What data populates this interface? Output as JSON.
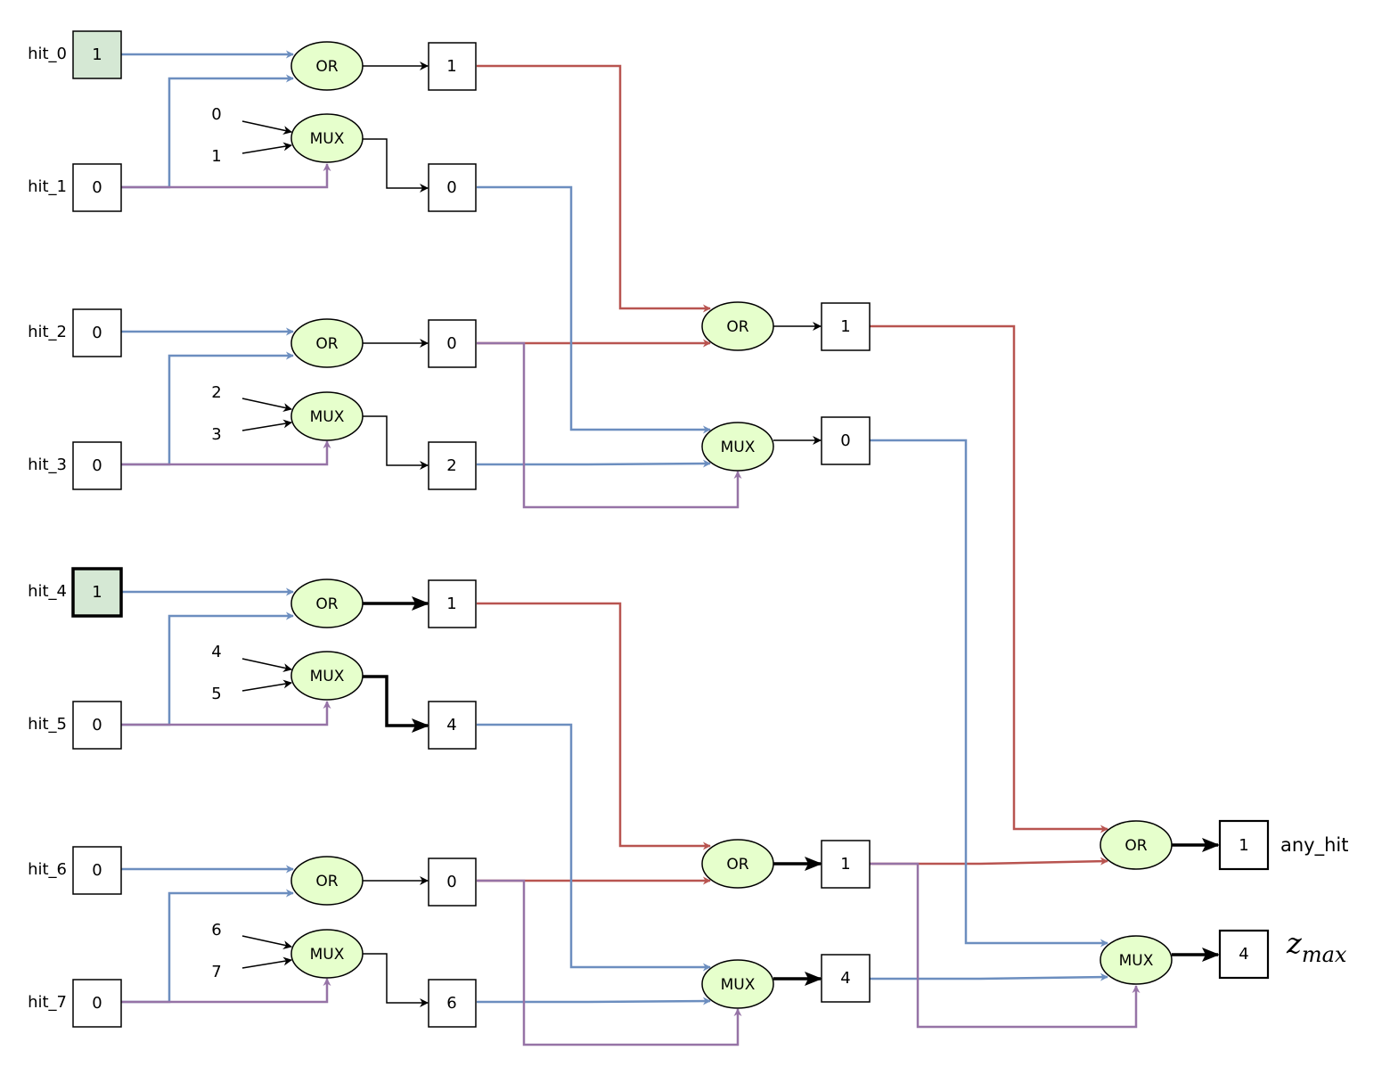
{
  "inputs": [
    {
      "name": "hit_0",
      "value": "1"
    },
    {
      "name": "hit_1",
      "value": "0"
    },
    {
      "name": "hit_2",
      "value": "0"
    },
    {
      "name": "hit_3",
      "value": "0"
    },
    {
      "name": "hit_4",
      "value": "1"
    },
    {
      "name": "hit_5",
      "value": "0"
    },
    {
      "name": "hit_6",
      "value": "0"
    },
    {
      "name": "hit_7",
      "value": "0"
    }
  ],
  "gates": {
    "or_label": "OR",
    "mux_label": "MUX"
  },
  "mux_constants": [
    [
      "0",
      "1"
    ],
    [
      "2",
      "3"
    ],
    [
      "4",
      "5"
    ],
    [
      "6",
      "7"
    ]
  ],
  "stage1": {
    "or_outputs": [
      "1",
      "0",
      "1",
      "0"
    ],
    "mux_outputs": [
      "0",
      "2",
      "4",
      "6"
    ]
  },
  "stage2": {
    "or_outputs": [
      "1",
      "1"
    ],
    "mux_outputs": [
      "0",
      "4"
    ]
  },
  "final": {
    "any_hit_value": "1",
    "any_hit_label": "any_hit",
    "zmax_value": "4",
    "zmax_label_main": "z",
    "zmax_label_sub": "max"
  },
  "colors": {
    "blue_wire": "#6c8ebf",
    "red_wire": "#b85450",
    "purple_wire": "#9673a6",
    "gate_fill": "#e6ffcc",
    "highlight_fill": "#d5e8d4"
  }
}
